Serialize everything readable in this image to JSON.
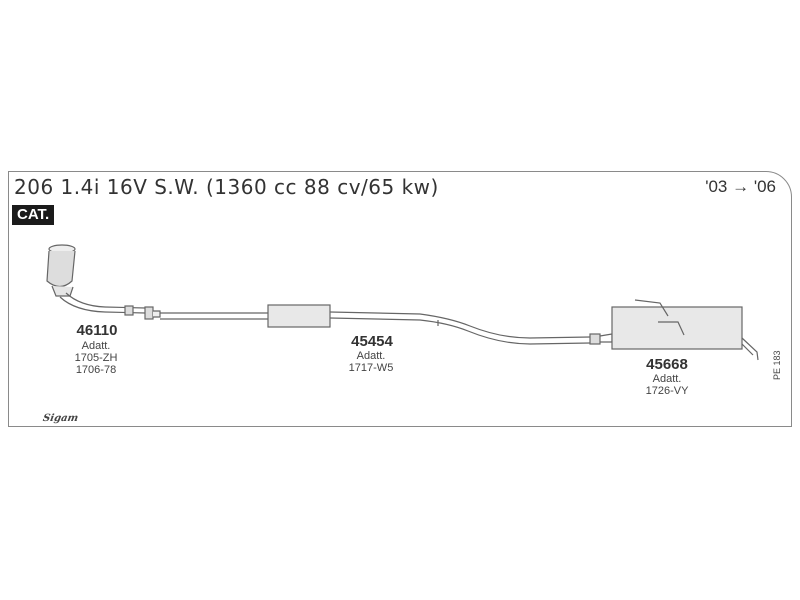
{
  "header": {
    "title": "206 1.4i 16V S.W. (1360 cc 88 cv/65 kw)",
    "years": "'03 → '06",
    "badge": "CAT."
  },
  "parts": [
    {
      "number": "46110",
      "adapter_label": "Adatt.",
      "adapters": [
        "1705-ZH",
        "1706-78"
      ]
    },
    {
      "number": "45454",
      "adapter_label": "Adatt.",
      "adapters": [
        "1717-W5"
      ]
    },
    {
      "number": "45668",
      "adapter_label": "Adatt.",
      "adapters": [
        "1726-VY"
      ]
    }
  ],
  "side_code": "PE 183",
  "brand": "Sigam"
}
